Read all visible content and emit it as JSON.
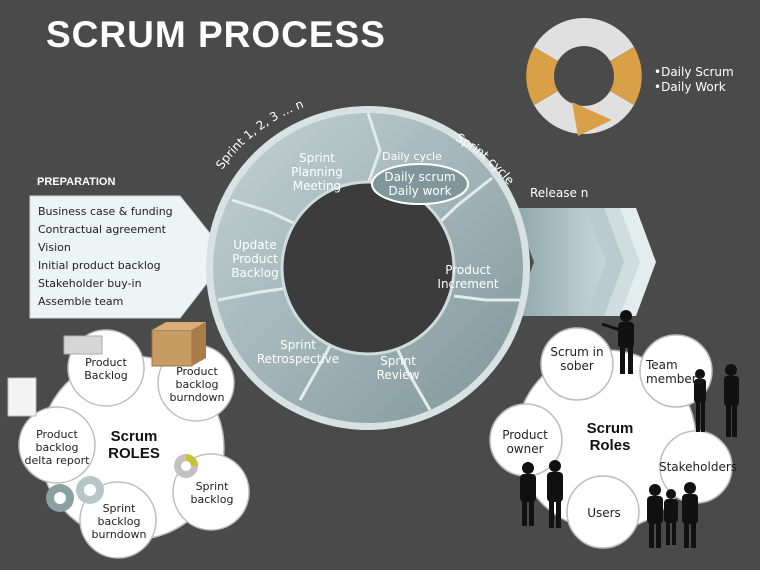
{
  "title": "SCRUM PROCESS",
  "preparation": {
    "label": "PREPARATION",
    "items": [
      "Business case & funding",
      "Contractual agreement",
      "Vision",
      "Initial product backlog",
      "Stakeholder buy-in",
      "Assemble team"
    ]
  },
  "sprint_label": "Sprint 1, 2, 3 … n",
  "sprint_cycle_label": "Sprint cycle",
  "cycle": {
    "planning": "Sprint\nPlanning\nMeeting",
    "daily_cycle": "Daily cycle",
    "daily_bubble": "Daily scrum\nDaily work",
    "increment": "Product\nIncrement",
    "review": "Sprint\nReview",
    "retrospective": "Sprint\nRetrospective",
    "update": "Update\nProduct\nBacklog"
  },
  "legend": {
    "item1": "•Daily Scrum",
    "item2": "•Daily Work"
  },
  "release_label": "Release n",
  "left_roles": {
    "center": "Scrum\nROLES",
    "product_backlog": "Product\nBacklog",
    "product_backlog_burndown": "Product\nbacklog\nburndown",
    "product_backlog_delta": "Product\nbacklog\ndelta report",
    "sprint_backlog": "Sprint\nbacklog",
    "sprint_backlog_burndown": "Sprint\nbacklog\nburndown"
  },
  "right_roles": {
    "center": "Scrum\nRoles",
    "scrum_master": "Scrum in\nsober",
    "team_members": "Team\nmembers",
    "product_owner": "Product\nowner",
    "stakeholders": "Stakeholders",
    "users": "Users"
  },
  "colors": {
    "background": "#4a4a4a",
    "cycle_fill": "#9fb4b8",
    "accent_orange": "#d9a048",
    "panel": "#eef3f3"
  }
}
